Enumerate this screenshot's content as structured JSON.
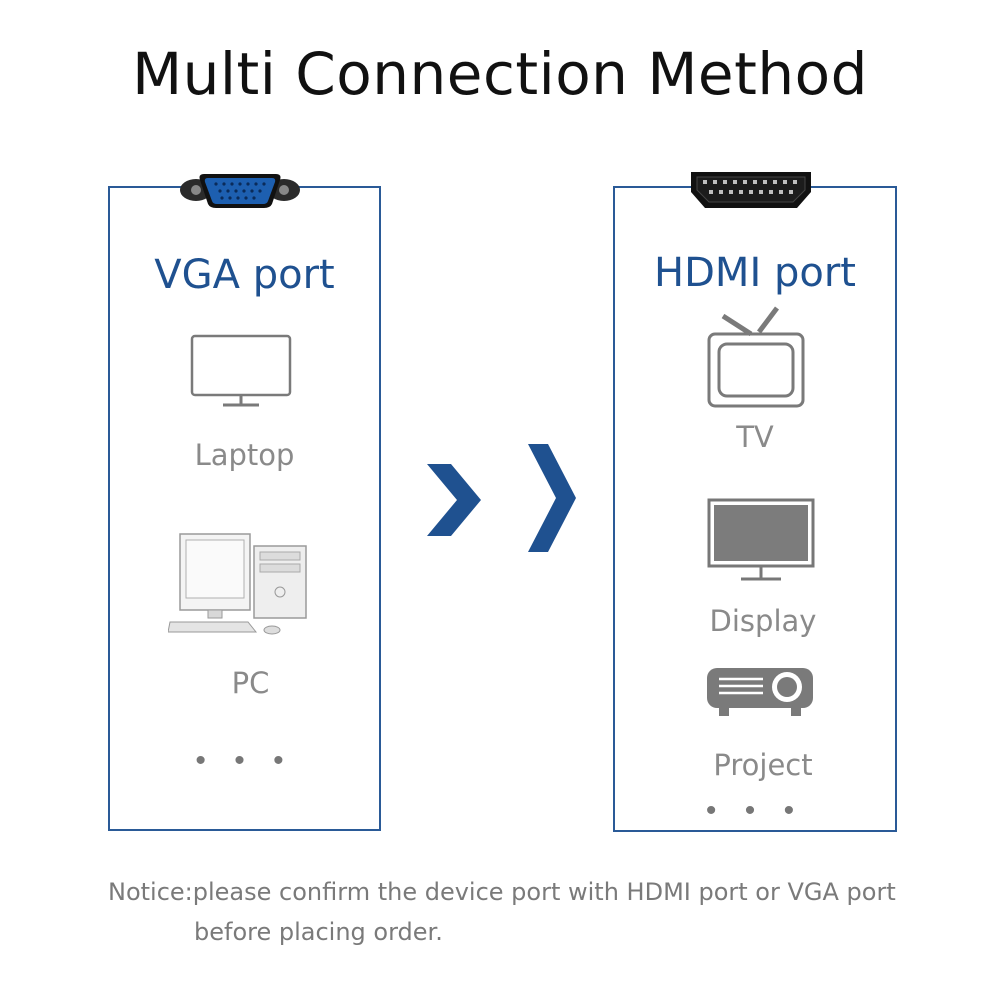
{
  "title": "Multi Connection Method",
  "left_panel": {
    "heading": "VGA port",
    "devices": [
      {
        "label": "Laptop",
        "icon": "monitor-outline-icon"
      },
      {
        "label": "PC",
        "icon": "desktop-pc-icon"
      }
    ],
    "more": "• • •"
  },
  "right_panel": {
    "heading": "HDMI port",
    "devices": [
      {
        "label": "TV",
        "icon": "tv-icon"
      },
      {
        "label": "Display",
        "icon": "display-icon"
      },
      {
        "label": "Project",
        "icon": "projector-icon"
      }
    ],
    "more": "• • •"
  },
  "notice": {
    "line1": "Notice:please confirm the device port with HDMI port or VGA port",
    "line2": "before placing order."
  },
  "colors": {
    "accent": "#1f5190",
    "border": "#2a5a97",
    "label_gray": "#8a8a8a",
    "icon_gray": "#7a7a7a"
  }
}
